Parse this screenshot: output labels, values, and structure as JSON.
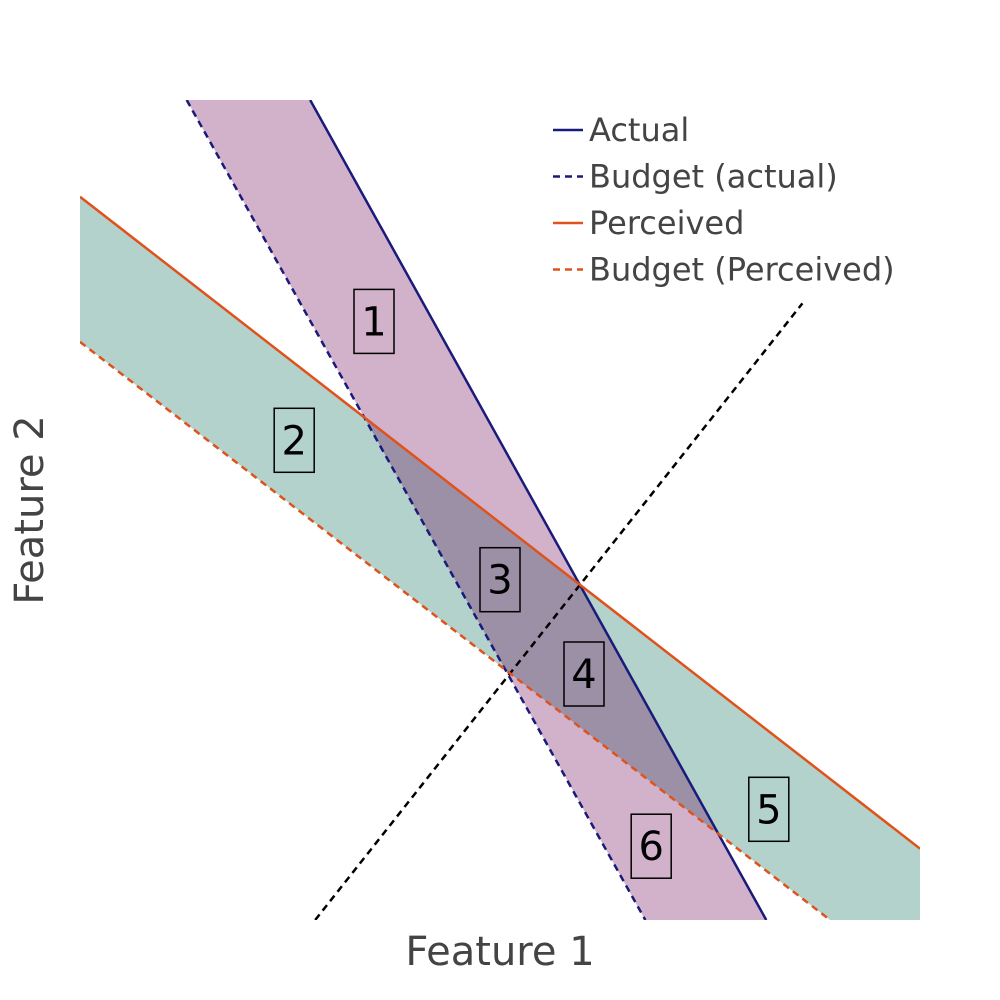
{
  "chart_data": {
    "type": "line",
    "title": "",
    "xlabel": "Feature 1",
    "ylabel": "Feature 2",
    "xlim": [
      0,
      10
    ],
    "ylim": [
      0,
      10
    ],
    "grid": false,
    "legend_position": "top-right",
    "series": [
      {
        "name": "Actual",
        "style": "solid",
        "color": "#1a1a7a",
        "x": [
          2.74,
          8.17
        ],
        "y": [
          10,
          0
        ]
      },
      {
        "name": "Budget (actual)",
        "style": "dashed",
        "color": "#1a1a7a",
        "x": [
          1.27,
          6.73
        ],
        "y": [
          10,
          0
        ]
      },
      {
        "name": "Perceived",
        "style": "solid",
        "color": "#e0521b",
        "x": [
          0,
          10
        ],
        "y": [
          8.82,
          0.87
        ]
      },
      {
        "name": "Budget (Perceived)",
        "style": "dashed",
        "color": "#e0521b",
        "x": [
          0,
          8.93
        ],
        "y": [
          7.05,
          0
        ]
      }
    ],
    "reference_line": {
      "style": "dashed",
      "color": "#000000",
      "x": [
        2.8,
        8.6
      ],
      "y": [
        0,
        7.52
      ]
    },
    "fills": [
      {
        "between": [
          "Budget (actual)",
          "Actual"
        ],
        "color": "#d2b2cb"
      },
      {
        "between": [
          "Budget (Perceived)",
          "Perceived"
        ],
        "color": "#b2d2cb"
      },
      {
        "overlap": true,
        "color": "#9b90a6"
      }
    ],
    "region_labels": [
      {
        "text": "1",
        "x": 3.5,
        "y": 7.3
      },
      {
        "text": "2",
        "x": 2.55,
        "y": 5.85
      },
      {
        "text": "3",
        "x": 5.0,
        "y": 4.15
      },
      {
        "text": "4",
        "x": 6.0,
        "y": 3.0
      },
      {
        "text": "5",
        "x": 8.2,
        "y": 1.35
      },
      {
        "text": "6",
        "x": 6.8,
        "y": 0.9
      }
    ]
  }
}
